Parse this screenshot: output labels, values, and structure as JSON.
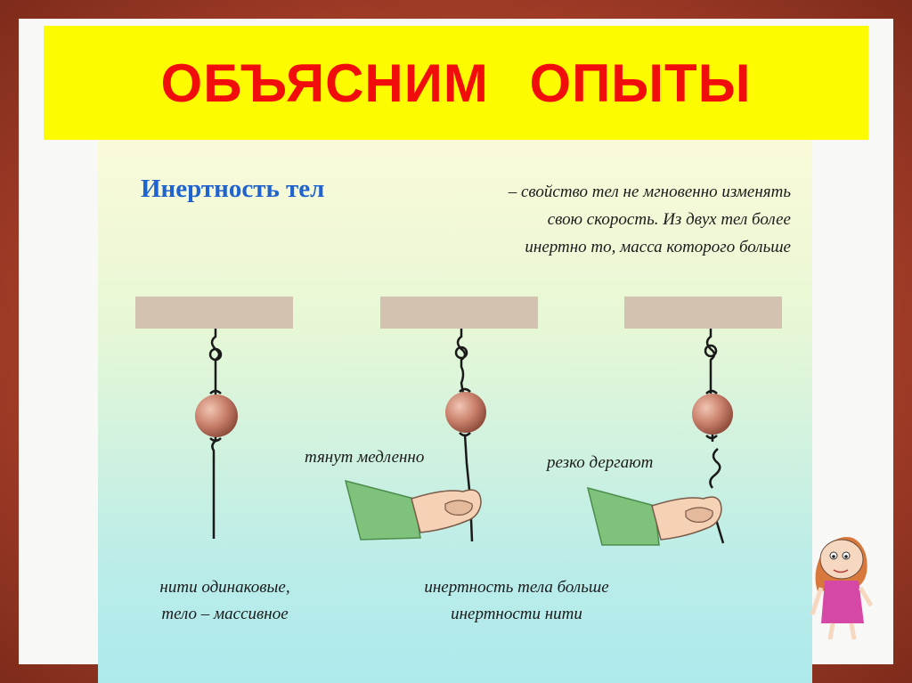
{
  "title": "ОБЪЯСНИМ ОПЫТЫ",
  "heading": "Инертность тел",
  "definition": [
    "– свойство тел не мгновенно изменять",
    "свою скорость. Из двух тел более",
    "инертно то, масса которого больше"
  ],
  "labels": {
    "pull_slow": "тянут медленно",
    "jerk": "резко дергают"
  },
  "captions": {
    "left": [
      "нити одинаковые,",
      "тело – массивное"
    ],
    "middle": [
      "инертность тела больше",
      "инертности нити"
    ]
  },
  "colors": {
    "title_bg": "#fdfb00",
    "title_text": "#f20d0d",
    "heading": "#1f63d0",
    "beam": "#d4c2b1",
    "ball": "#c9806b",
    "sleeve": "#7fc27c",
    "skin": "#f5d2b5",
    "frame": "#a9452f"
  }
}
